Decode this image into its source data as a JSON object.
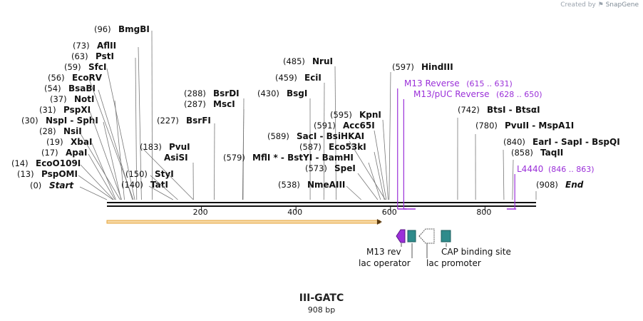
{
  "credit": {
    "prefix": "Created by",
    "brand": "SnapGene"
  },
  "title": "III-GATC",
  "subtitle": "908 bp",
  "sequence_length": 908,
  "colors": {
    "primer": "#9b30d9",
    "backbone": "#111111",
    "orf": "#e5a43b",
    "feature_teal": "#2e8b8b"
  },
  "ruler": {
    "ticks": [
      200,
      400,
      600,
      800
    ]
  },
  "sites": [
    {
      "pos": "(0)",
      "name": "Start",
      "italic": true,
      "site": 0
    },
    {
      "pos": "(13)",
      "name": "PspOMI",
      "site": 13
    },
    {
      "pos": "(14)",
      "name": "EcoO109I",
      "site": 14
    },
    {
      "pos": "(17)",
      "name": "ApaI",
      "site": 17
    },
    {
      "pos": "(19)",
      "name": "XbaI",
      "site": 19
    },
    {
      "pos": "(28)",
      "name": "NsiI",
      "site": 28
    },
    {
      "pos": "(30)",
      "name": "NspI  -  SphI",
      "site": 30
    },
    {
      "pos": "(31)",
      "name": "PspXI",
      "site": 31
    },
    {
      "pos": "(37)",
      "name": "NotI",
      "site": 37
    },
    {
      "pos": "(54)",
      "name": "BsaBI",
      "site": 54
    },
    {
      "pos": "(56)",
      "name": "EcoRV",
      "site": 56
    },
    {
      "pos": "(59)",
      "name": "SfcI",
      "site": 59
    },
    {
      "pos": "(63)",
      "name": "PstI",
      "site": 63
    },
    {
      "pos": "(73)",
      "name": "AflII",
      "site": 73
    },
    {
      "pos": "(96)",
      "name": "BmgBI",
      "site": 96
    },
    {
      "pos": "(140)",
      "name": "TatI",
      "site": 140
    },
    {
      "pos": "(150)",
      "name": "StyI",
      "site": 150
    },
    {
      "pos": "",
      "name": "AsiSI",
      "site": 183
    },
    {
      "pos": "(183)",
      "name": "PvuI",
      "site": 183
    },
    {
      "pos": "(227)",
      "name": "BsrFI",
      "site": 227
    },
    {
      "pos": "(287)",
      "name": "MscI",
      "site": 287
    },
    {
      "pos": "(288)",
      "name": "BsrDI",
      "site": 288
    },
    {
      "pos": "(430)",
      "name": "BsgI",
      "site": 430
    },
    {
      "pos": "(459)",
      "name": "EciI",
      "site": 459
    },
    {
      "pos": "(485)",
      "name": "NruI",
      "site": 485
    },
    {
      "pos": "(538)",
      "name": "NmeAIII",
      "site": 538
    },
    {
      "pos": "(573)",
      "name": "SpeI",
      "site": 573
    },
    {
      "pos": "(579)",
      "name": "MflI *  -  BstYI  -  BamHI",
      "site": 579
    },
    {
      "pos": "(587)",
      "name": "Eco53kI",
      "site": 587
    },
    {
      "pos": "(589)",
      "name": "SacI  -  BsiHKAI",
      "site": 589
    },
    {
      "pos": "(591)",
      "name": "Acc65I",
      "site": 591
    },
    {
      "pos": "(595)",
      "name": "KpnI",
      "site": 595
    },
    {
      "pos": "(597)",
      "name": "HindIII",
      "site": 597
    },
    {
      "pos": "(742)",
      "name": "BtsI  -  BtsαI",
      "site": 742
    },
    {
      "pos": "(780)",
      "name": "PvuII  -  MspA1I",
      "site": 780
    },
    {
      "pos": "(840)",
      "name": "EarI  -  SapI  -  BspQI",
      "site": 840
    },
    {
      "pos": "(858)",
      "name": "TaqII",
      "site": 858
    },
    {
      "pos": "(908)",
      "name": "End",
      "italic": true,
      "site": 908
    }
  ],
  "primers": [
    {
      "name": "M13 Reverse",
      "range": "(615 .. 631)",
      "start": 615,
      "end": 631
    },
    {
      "name": "M13/pUC Reverse",
      "range": "(628 .. 650)",
      "start": 628,
      "end": 650
    },
    {
      "name": "L4440",
      "range": "(846 .. 863)",
      "start": 846,
      "end": 863
    }
  ],
  "features": [
    {
      "label": "M13 rev",
      "type": "primer_bind",
      "start": 615,
      "end": 631
    },
    {
      "label": "lac operator",
      "type": "protein_bind",
      "start": 638,
      "end": 654
    },
    {
      "label": "lac promoter",
      "type": "promoter",
      "start": 662,
      "end": 692
    },
    {
      "label": "CAP binding site",
      "type": "protein_bind",
      "start": 707,
      "end": 728
    }
  ],
  "orf": {
    "start": 0,
    "end": 573
  }
}
